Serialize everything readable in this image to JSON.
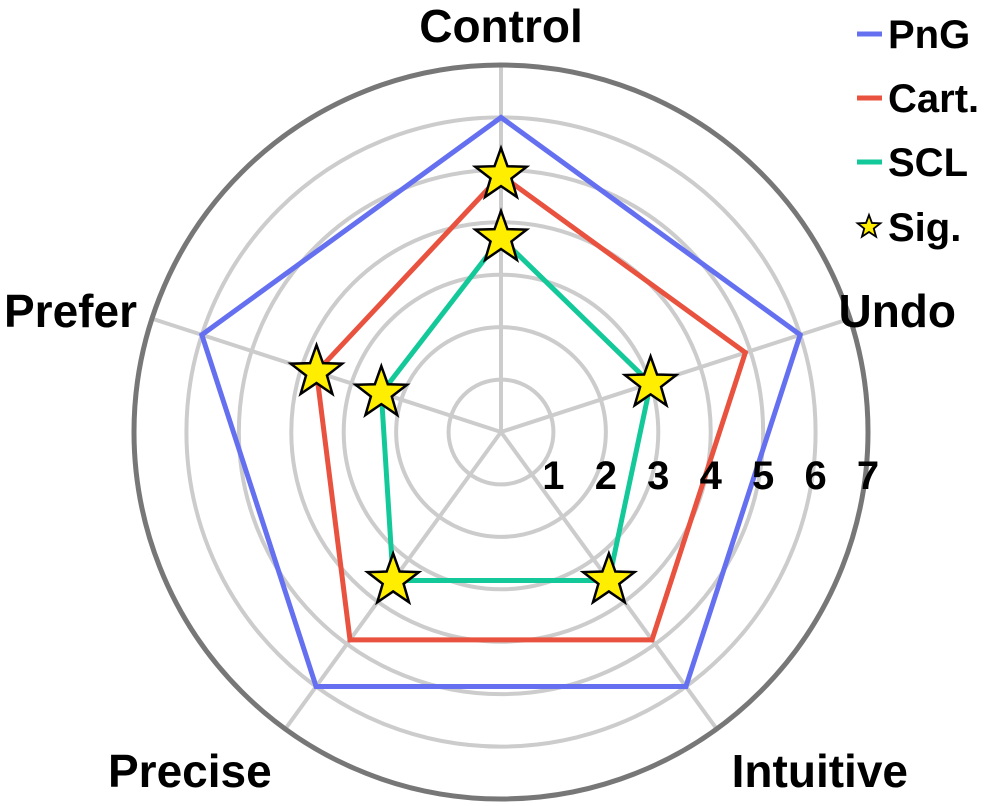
{
  "chart_data": {
    "type": "radar",
    "axes": [
      "Control",
      "Undo",
      "Intuitive",
      "Precise",
      "Prefer"
    ],
    "r_ticks": [
      "1",
      "2",
      "3",
      "4",
      "5",
      "6",
      "7"
    ],
    "r_range": [
      0,
      7
    ],
    "grid": true,
    "legend_position": "top-right",
    "series": [
      {
        "name": "PnG",
        "color": "#6470f0",
        "values": [
          6.0,
          6.0,
          6.0,
          6.0,
          6.0
        ]
      },
      {
        "name": "Cart.",
        "color": "#e8523e",
        "values": [
          4.9,
          4.9,
          4.9,
          4.9,
          3.7
        ]
      },
      {
        "name": "SCL",
        "color": "#14c999",
        "values": [
          3.7,
          3.0,
          3.5,
          3.5,
          2.4
        ]
      }
    ],
    "significance": {
      "name": "Sig.",
      "color": "#ffee00",
      "markers": [
        {
          "series": "Cart.",
          "axis": "Control"
        },
        {
          "series": "SCL",
          "axis": "Control"
        },
        {
          "series": "SCL",
          "axis": "Undo"
        },
        {
          "series": "SCL",
          "axis": "Intuitive"
        },
        {
          "series": "SCL",
          "axis": "Precise"
        },
        {
          "series": "Cart.",
          "axis": "Prefer"
        },
        {
          "series": "SCL",
          "axis": "Prefer"
        }
      ]
    }
  }
}
